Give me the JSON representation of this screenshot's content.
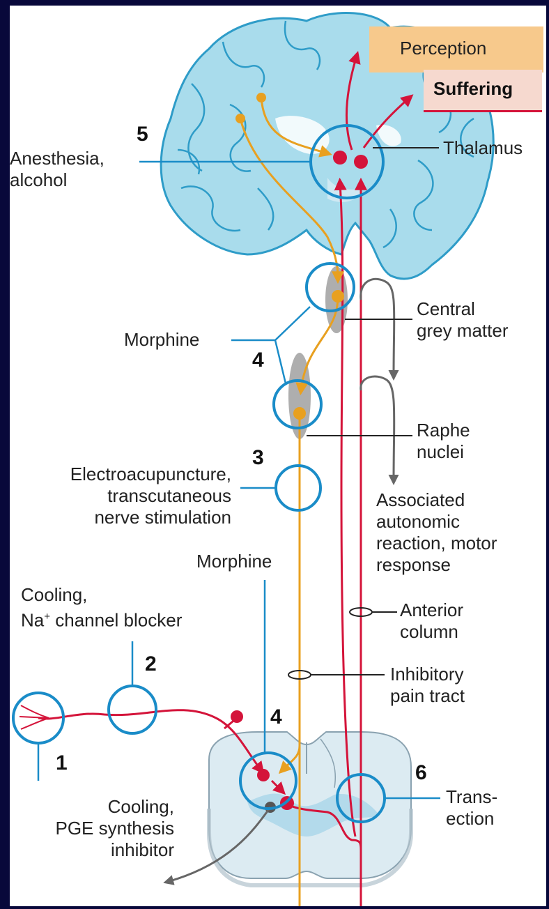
{
  "boxes": {
    "perception": "Perception",
    "suffering": "Suffering"
  },
  "labels": {
    "anesthesia_line1": "Anesthesia,",
    "anesthesia_line2": "alcohol",
    "thalamus": "Thalamus",
    "central_grey_line1": "Central",
    "central_grey_line2": "grey matter",
    "morphine_upper": "Morphine",
    "raphe_line1": "Raphe",
    "raphe_line2": "nuclei",
    "electro_line1": "Electroacupuncture,",
    "electro_line2": "transcutaneous",
    "electro_line3": "nerve stimulation",
    "assoc_line1": "Associated",
    "assoc_line2": "autonomic",
    "assoc_line3": "reaction, motor",
    "assoc_line4": "response",
    "morphine_lower": "Morphine",
    "cooling_na_line1": "Cooling,",
    "cooling_na_line2_prefix": "Na",
    "cooling_na_sup": "+",
    "cooling_na_line2_rest": " channel blocker",
    "anterior_line1": "Anterior",
    "anterior_line2": "column",
    "inhibitory_line1": "Inhibitory",
    "inhibitory_line2": "pain tract",
    "transection_line1": "Trans-",
    "transection_line2": "ection",
    "cooling_pge_line1": "Cooling,",
    "cooling_pge_line2": "PGE synthesis",
    "cooling_pge_line3": "inhibitor"
  },
  "numbers": {
    "n1": "1",
    "n2": "2",
    "n3": "3",
    "n4_upper": "4",
    "n4_lower": "4",
    "n5": "5",
    "n6": "6"
  },
  "colors": {
    "pain_pathway": "#d4143a",
    "inhibitory_pathway": "#e8a020",
    "intervention_circle": "#1a8cc8",
    "brain_fill": "#a9dcec",
    "brain_outline": "#2e9cc8",
    "motor_arrow": "#666666",
    "perception_box": "#f7c98c",
    "suffering_box": "#f6d9cf",
    "background": "#08083a"
  }
}
